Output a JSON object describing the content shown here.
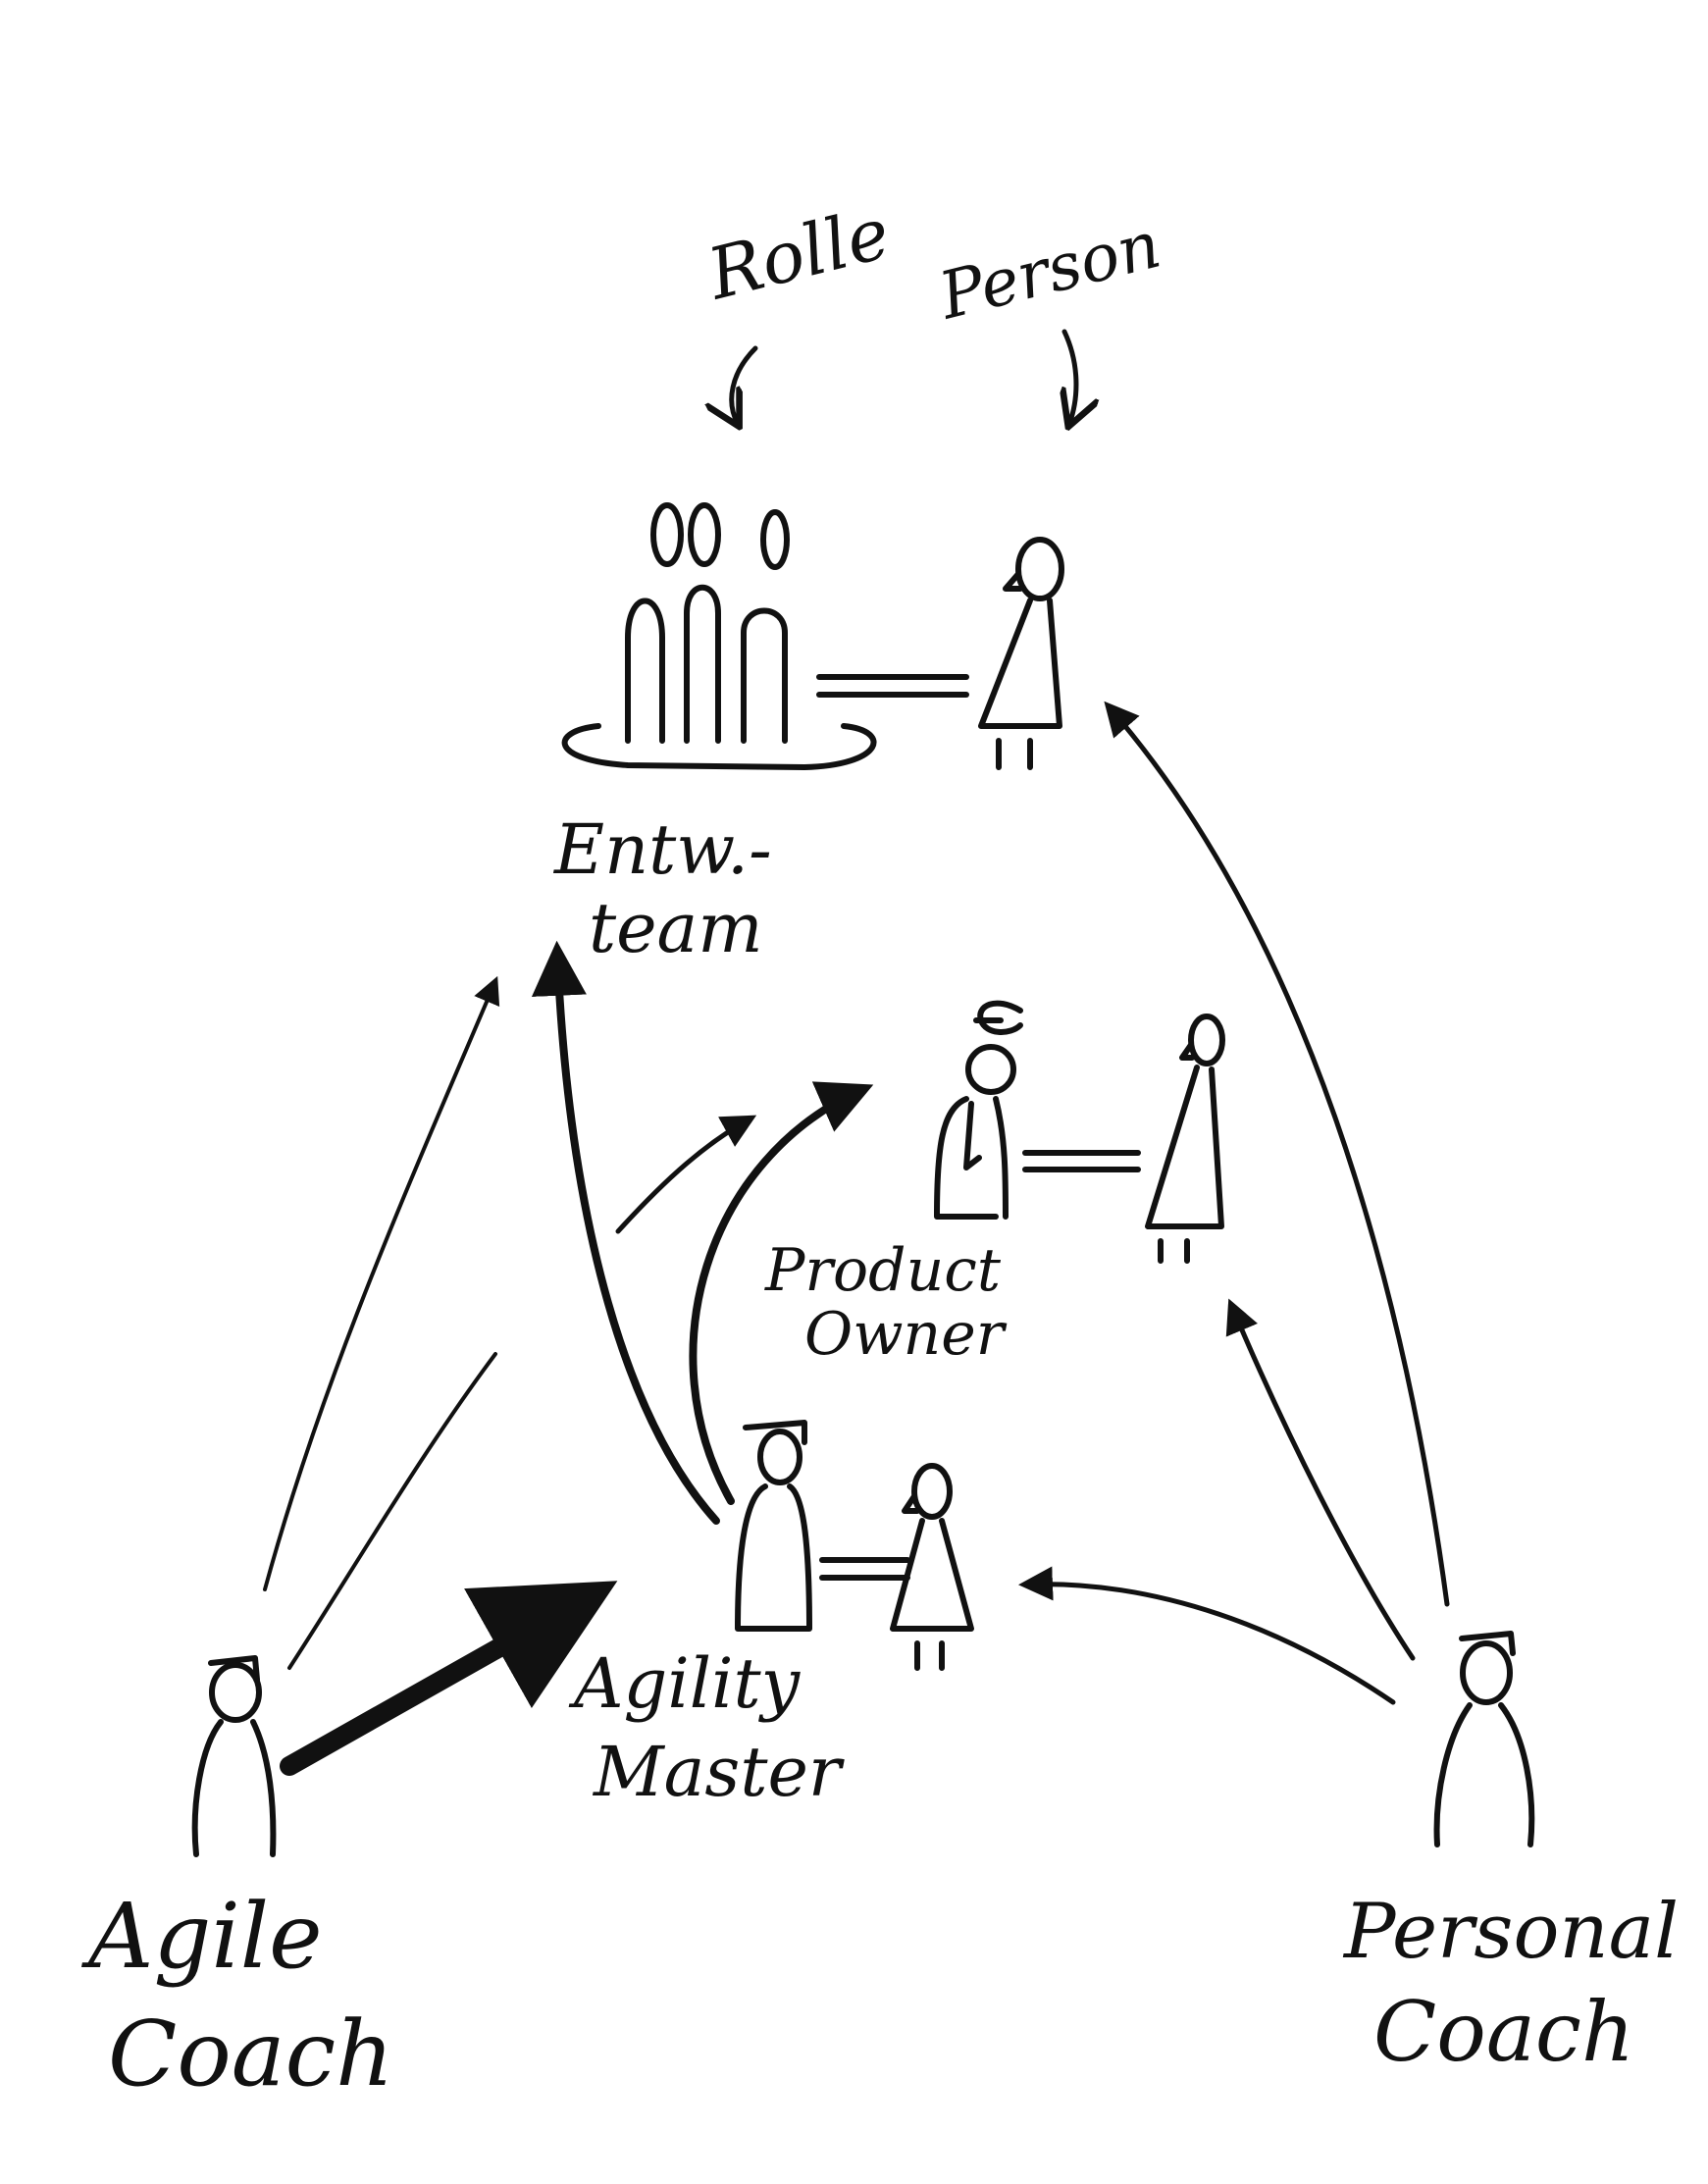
{
  "colors": {
    "ink": "#111111",
    "paper": "#ffffff"
  },
  "labels": {
    "rolle": "Rolle",
    "person": "Person",
    "entw_team_1": "Entw.-",
    "entw_team_2": "team",
    "product_owner_1": "Product",
    "product_owner_2": "Owner",
    "agility_master_1": "Agility",
    "agility_master_2": "Master",
    "agile_coach_1": "Agile",
    "agile_coach_2": "Coach",
    "personal_coach_1": "Personal",
    "personal_coach_2": "Coach"
  }
}
